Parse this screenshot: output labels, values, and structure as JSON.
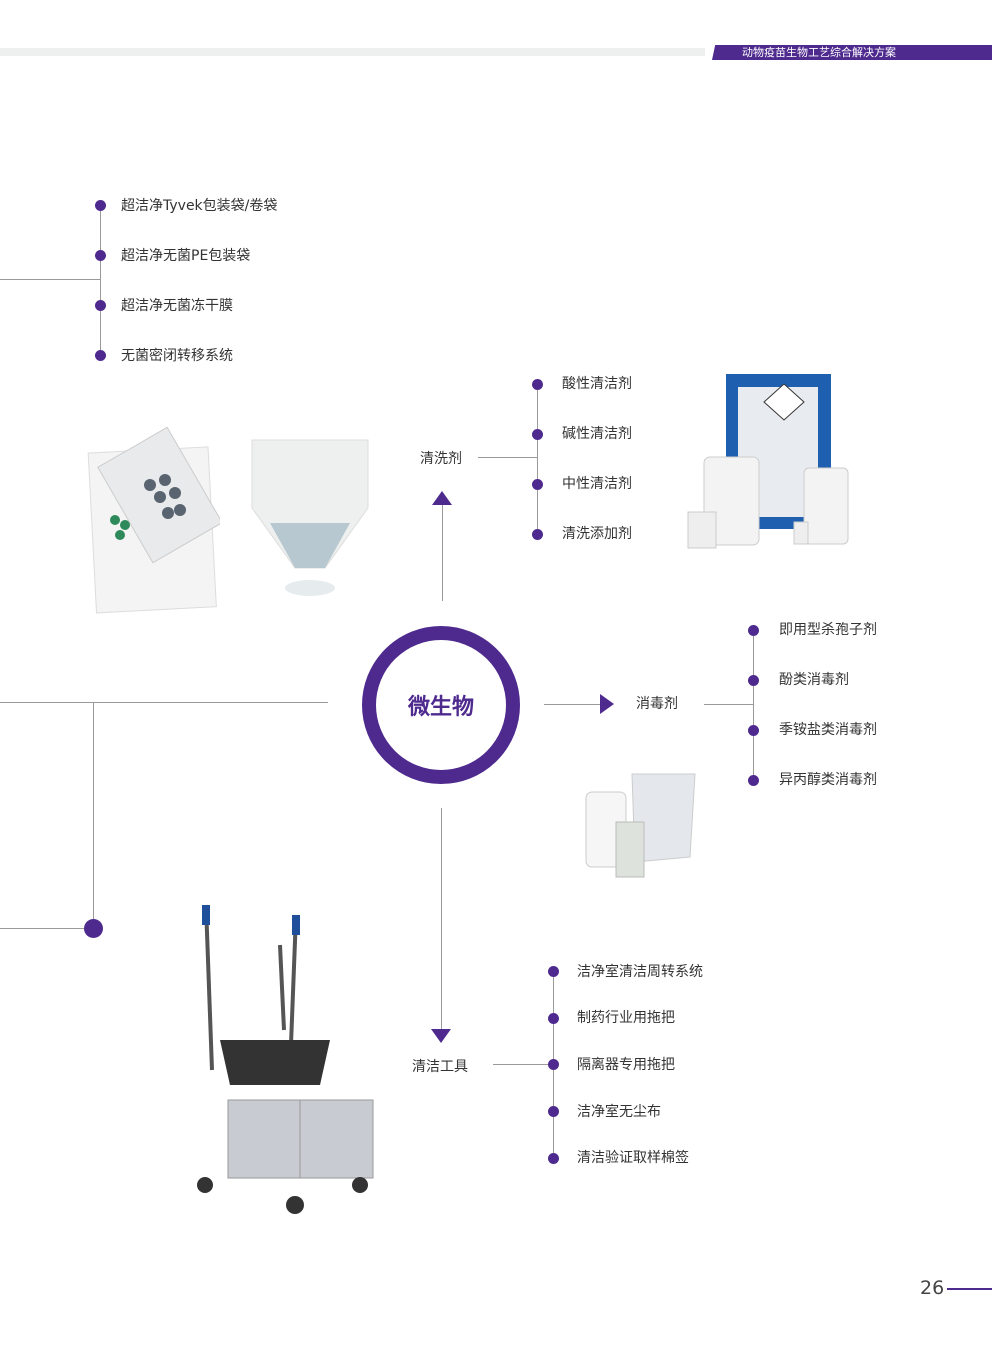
{
  "header": {
    "title": "动物疫苗生物工艺综合解决方案"
  },
  "center": {
    "label": "微生物"
  },
  "packaging": {
    "items": [
      "超洁净Tyvek包装袋/卷袋",
      "超洁净无菌PE包装袋",
      "超洁净无菌冻干膜",
      "无菌密闭转移系统"
    ]
  },
  "cleaning_agents": {
    "label": "清洗剂",
    "items": [
      "酸性清洁剂",
      "碱性清洁剂",
      "中性清洁剂",
      "清洗添加剂"
    ]
  },
  "disinfectants": {
    "label": "消毒剂",
    "items": [
      "即用型杀孢子剂",
      "酚类消毒剂",
      "季铵盐类消毒剂",
      "异丙醇类消毒剂"
    ]
  },
  "cleaning_tools": {
    "label": "清洁工具",
    "items": [
      "洁净室清洁周转系统",
      "制药行业用拖把",
      "隔离器专用拖把",
      "洁净室无尘布",
      "清洁验证取样棉签"
    ]
  },
  "footer": {
    "page_number": "26"
  },
  "colors": {
    "accent": "#4e2a8e"
  }
}
